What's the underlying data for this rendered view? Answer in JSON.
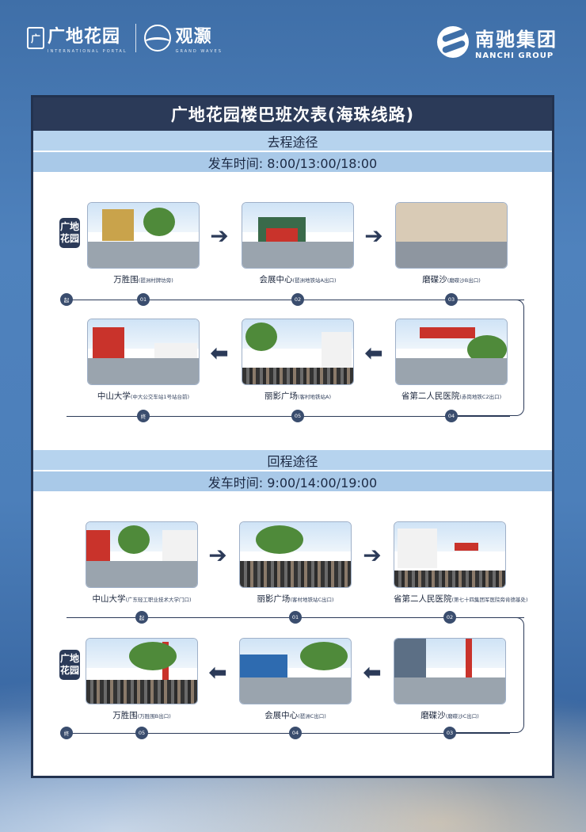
{
  "header": {
    "brand1_name": "广地花园",
    "brand1_sub": "INTERNATIONAL PORTAL",
    "brand2_name": "观灏",
    "brand2_sub": "GRAND WAVES",
    "brand3_name": "南驰集团",
    "brand3_sub": "NANCHI GROUP"
  },
  "card": {
    "title": "广地花园楼巴班次表(海珠线路)"
  },
  "outbound": {
    "heading": "去程途径",
    "time": "发车时间: 8:00/13:00/18:00",
    "origin_tag": "广地花园",
    "stops": [
      {
        "name": "万胜围",
        "note": "(琶洲村牌坊旁)",
        "num": "01"
      },
      {
        "name": "会展中心",
        "note": "(琶洲地铁站A出口)",
        "num": "02"
      },
      {
        "name": "磨碟沙",
        "note": "(磨碟沙B出口)",
        "num": "03"
      },
      {
        "name": "省第二人民医院",
        "note": "(赤岗地铁C2出口)",
        "num": "04"
      },
      {
        "name": "丽影广场",
        "note": "(客村地铁站A)",
        "num": "05"
      },
      {
        "name": "中山大学",
        "note": "(中大公交车站1号站台前)",
        "num": "终"
      }
    ],
    "start_marker": "起"
  },
  "inbound": {
    "heading": "回程途径",
    "time": "发车时间: 9:00/14:00/19:00",
    "dest_tag": "广地花园",
    "stops": [
      {
        "name": "中山大学",
        "note": "(广东轻工职业技术大学门口)",
        "num": "起"
      },
      {
        "name": "丽影广场",
        "note": "(客村地铁站C出口)",
        "num": "01"
      },
      {
        "name": "省第二人民医院",
        "note": "(第七十四集团军医院旁肯德基处)",
        "num": "02"
      },
      {
        "name": "磨碟沙",
        "note": "(磨碟沙C出口)",
        "num": "03"
      },
      {
        "name": "会展中心",
        "note": "(琶洲C出口)",
        "num": "04"
      },
      {
        "name": "万胜围",
        "note": "(万胜围B出口)",
        "num": "05"
      }
    ],
    "end_marker": "终"
  },
  "icons": {
    "arrow_right": "arrow-right-icon",
    "arrow_left": "arrow-left-icon"
  },
  "colors": {
    "navy": "#2b3a58",
    "band": "#b6d3ee",
    "background": "#4f82bd"
  }
}
